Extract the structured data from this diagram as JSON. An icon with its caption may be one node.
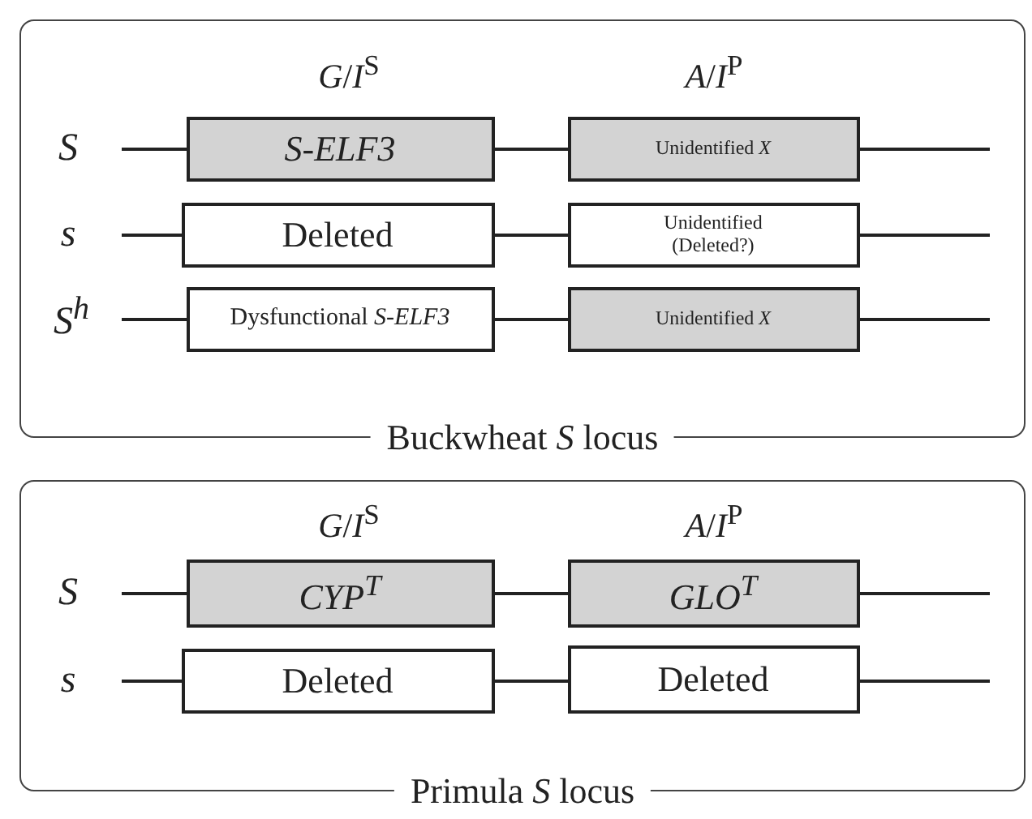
{
  "diagram": {
    "nodes": [
      {
        "text": [
          "Buckwheat *S* locus"
        ]
      },
      {
        "text": [
          "S-ELF3"
        ],
        "in": 0
      },
      {
        "text": [
          "Unidentified *X*"
        ],
        "in": 0
      },
      {
        "text": [
          "Deleted"
        ],
        "in": 0
      },
      {
        "text": [
          "Unidentified (Deleted?)"
        ],
        "in": 0
      },
      {
        "text": [
          "Dysfunctional *S-ELF3*"
        ],
        "in": 0
      },
      {
        "text": [
          "Unidentified *X*"
        ],
        "in": 0
      },
      {
        "text": [
          "Primula *S* locus"
        ]
      },
      {
        "text": [
          "CYP$^{T}$"
        ],
        "in": 7
      },
      {
        "text": [
          "GLO$^{T}$"
        ],
        "in": 7
      },
      {
        "text": [
          "Deleted"
        ],
        "in": 7
      },
      {
        "text": [
          "Deleted"
        ],
        "in": 7
      }
    ],
    "edges": [
      {
        "from": 1,
        "to": 2,
        "arrow": "none"
      },
      {
        "from": 3,
        "to": 4,
        "arrow": "none"
      },
      {
        "from": 5,
        "to": 6,
        "arrow": "none"
      },
      {
        "from": 8,
        "to": 9,
        "arrow": "none"
      },
      {
        "from": 10,
        "to": 11,
        "arrow": "none"
      }
    ],
    "labels": [
      "*G*/*I*$^{S}$",
      "*A*/*I*$^{P}$",
      "S",
      "s",
      "S$^{h}$",
      "*G*/*I*$^{S}$",
      "*A*/*I*$^{P}$",
      "S",
      "s"
    ]
  }
}
